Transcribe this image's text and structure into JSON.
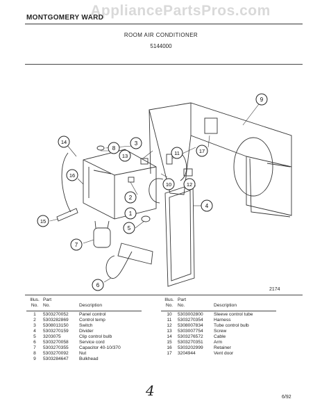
{
  "header": {
    "brand": "MONTGOMERY WARD",
    "watermark": "AppliancePartsPros.com",
    "title": "ROOM AIR CONDITIONER",
    "model": "5144000"
  },
  "diagram": {
    "figure_number": "2174",
    "callouts": [
      "1",
      "2",
      "3",
      "4",
      "5",
      "6",
      "7",
      "8",
      "9",
      "10",
      "11",
      "12",
      "13",
      "14",
      "15",
      "16",
      "17"
    ]
  },
  "parts_table": {
    "headers": {
      "illus": "Illus.",
      "no": "No.",
      "part": "Part",
      "part_no": "No.",
      "description": "Description"
    },
    "left": [
      {
        "illus": "1",
        "part_no": "5303270052",
        "description": "Panel control"
      },
      {
        "illus": "2",
        "part_no": "5303282869",
        "description": "Control temp"
      },
      {
        "illus": "3",
        "part_no": "5308013150",
        "description": "Switch"
      },
      {
        "illus": "4",
        "part_no": "5303270159",
        "description": "Divider"
      },
      {
        "illus": "5",
        "part_no": "3203075",
        "description": "Clip control bulb"
      },
      {
        "illus": "6",
        "part_no": "5303270058",
        "description": "Service cord"
      },
      {
        "illus": "7",
        "part_no": "5303270355",
        "description": "Capacitor 40-10/370"
      },
      {
        "illus": "8",
        "part_no": "5303270092",
        "description": "Nut"
      },
      {
        "illus": "9",
        "part_no": "5303284647",
        "description": "Bulkhead"
      }
    ],
    "right": [
      {
        "illus": "10",
        "part_no": "5303002800",
        "description": "Sleeve control tube"
      },
      {
        "illus": "11",
        "part_no": "5303270354",
        "description": "Harness"
      },
      {
        "illus": "12",
        "part_no": "5308007834",
        "description": "Tube control bulb"
      },
      {
        "illus": "13",
        "part_no": "5303007754",
        "description": "Screw"
      },
      {
        "illus": "14",
        "part_no": "5303276572",
        "description": "Cable"
      },
      {
        "illus": "15",
        "part_no": "5303270351",
        "description": "Arm"
      },
      {
        "illus": "16",
        "part_no": "5303202999",
        "description": "Retainer"
      },
      {
        "illus": "17",
        "part_no": "3204944",
        "description": "Vent door"
      }
    ]
  },
  "footer": {
    "handwritten": "4",
    "date": "6/92"
  }
}
